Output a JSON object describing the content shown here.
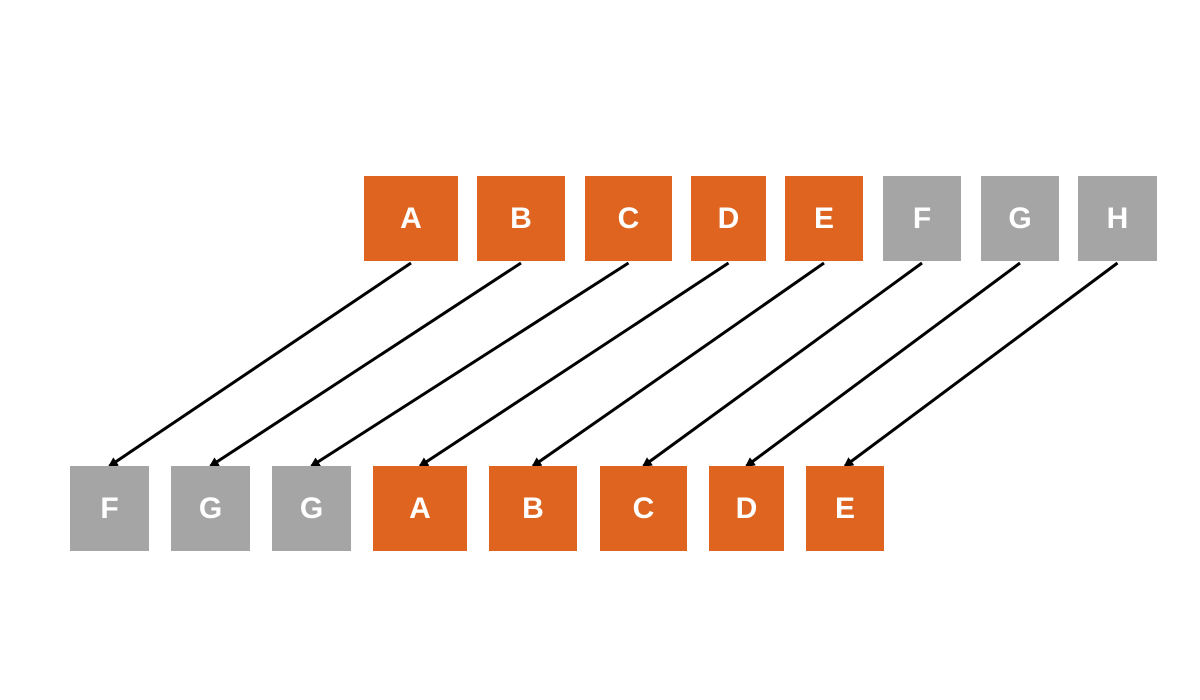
{
  "colors": {
    "highlight": "#de6420",
    "neutral": "#a5a5a5",
    "arrow": "#000000",
    "background": "#ffffff"
  },
  "top_row": [
    {
      "label": "A",
      "color": "highlight"
    },
    {
      "label": "B",
      "color": "highlight"
    },
    {
      "label": "C",
      "color": "highlight"
    },
    {
      "label": "D",
      "color": "highlight"
    },
    {
      "label": "E",
      "color": "highlight"
    },
    {
      "label": "F",
      "color": "neutral"
    },
    {
      "label": "G",
      "color": "neutral"
    },
    {
      "label": "H",
      "color": "neutral"
    }
  ],
  "bottom_row": [
    {
      "label": "F",
      "color": "neutral"
    },
    {
      "label": "G",
      "color": "neutral"
    },
    {
      "label": "G",
      "color": "neutral"
    },
    {
      "label": "A",
      "color": "highlight"
    },
    {
      "label": "B",
      "color": "highlight"
    },
    {
      "label": "C",
      "color": "highlight"
    },
    {
      "label": "D",
      "color": "highlight"
    },
    {
      "label": "E",
      "color": "highlight"
    }
  ],
  "arrows": [
    {
      "from": 0,
      "to": 0
    },
    {
      "from": 1,
      "to": 1
    },
    {
      "from": 2,
      "to": 2
    },
    {
      "from": 3,
      "to": 3
    },
    {
      "from": 4,
      "to": 4
    },
    {
      "from": 5,
      "to": 5
    },
    {
      "from": 6,
      "to": 6
    },
    {
      "from": 7,
      "to": 7
    }
  ]
}
